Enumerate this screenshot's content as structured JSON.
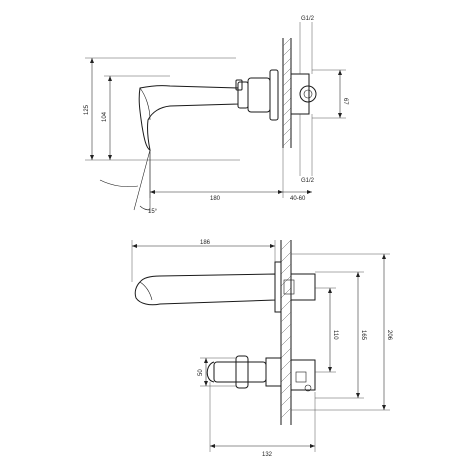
{
  "side_view": {
    "thread_top": "G1/2",
    "thread_bottom": "G1/2",
    "height_total": "125",
    "height_spout": "104",
    "diameter": "67",
    "length_spout": "180",
    "wall_range": "40-60",
    "angle": "15°"
  },
  "top_view": {
    "spout_length": "186",
    "height_total": "206",
    "height_mid": "165",
    "height_inner": "110",
    "handle_offset": "50",
    "body_length": "132"
  }
}
